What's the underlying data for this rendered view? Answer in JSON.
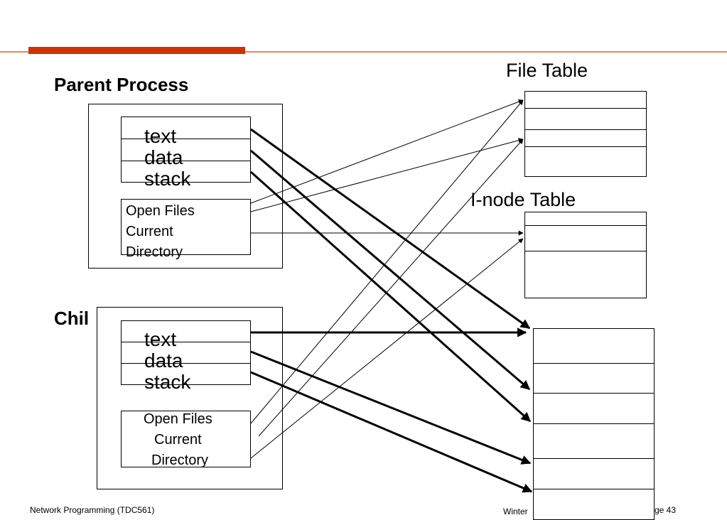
{
  "header": {
    "accent_color": "#cc3300",
    "rule_color": "#e8895a"
  },
  "parent": {
    "title": "Parent Process",
    "segments": [
      "text",
      "data",
      "stack"
    ],
    "files_lines": [
      "Open Files",
      "Current",
      "Directory"
    ]
  },
  "child": {
    "title": "Chil",
    "segments": [
      "text",
      "data",
      "stack"
    ],
    "files_lines": [
      "Open Files",
      "Current",
      "Directory"
    ]
  },
  "file_table": {
    "title": "File Table"
  },
  "inode_table": {
    "title": "I-node Table"
  },
  "footer": {
    "left": "Network Programming (TDC561)",
    "center": "Winter",
    "right": "ge 43"
  }
}
